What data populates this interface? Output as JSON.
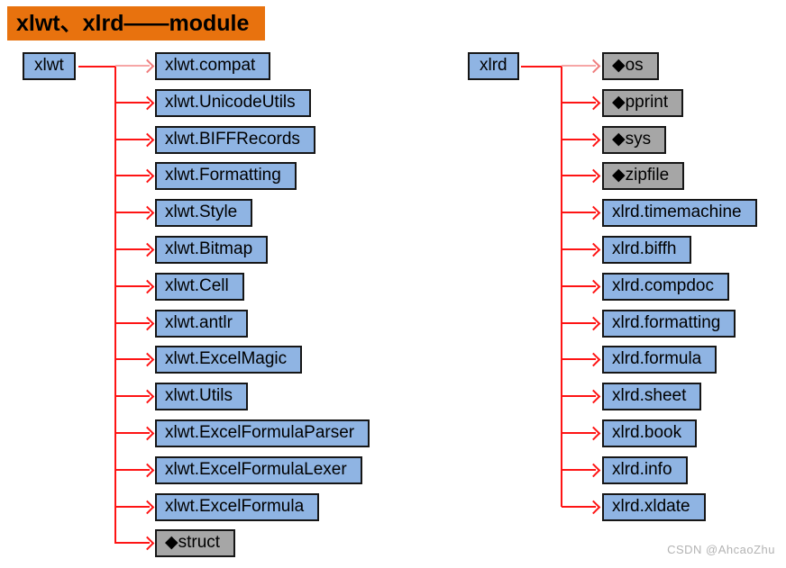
{
  "title": "xlwt、xlrd——module",
  "watermark": "CSDN @AhcaoZhu",
  "colors": {
    "title_bg": "#e8720e",
    "module_box": "#8fb4e3",
    "builtin_box": "#a6a6a6",
    "box_border": "#161616",
    "connector": "#fe1414",
    "connector_first_light": "#f6a6a6"
  },
  "trees": [
    {
      "root": "xlwt",
      "children": [
        {
          "label": "xlwt.compat",
          "kind": "module"
        },
        {
          "label": "xlwt.UnicodeUtils",
          "kind": "module"
        },
        {
          "label": "xlwt.BIFFRecords",
          "kind": "module"
        },
        {
          "label": "xlwt.Formatting",
          "kind": "module"
        },
        {
          "label": "xlwt.Style",
          "kind": "module"
        },
        {
          "label": "xlwt.Bitmap",
          "kind": "module"
        },
        {
          "label": "xlwt.Cell",
          "kind": "module"
        },
        {
          "label": "xlwt.antlr",
          "kind": "module"
        },
        {
          "label": "xlwt.ExcelMagic",
          "kind": "module"
        },
        {
          "label": "xlwt.Utils",
          "kind": "module"
        },
        {
          "label": "xlwt.ExcelFormulaParser",
          "kind": "module"
        },
        {
          "label": "xlwt.ExcelFormulaLexer",
          "kind": "module"
        },
        {
          "label": "xlwt.ExcelFormula",
          "kind": "module"
        },
        {
          "label": "◆struct",
          "kind": "builtin"
        }
      ]
    },
    {
      "root": "xlrd",
      "children": [
        {
          "label": "◆os",
          "kind": "builtin"
        },
        {
          "label": "◆pprint",
          "kind": "builtin"
        },
        {
          "label": "◆sys",
          "kind": "builtin"
        },
        {
          "label": "◆zipfile",
          "kind": "builtin"
        },
        {
          "label": "xlrd.timemachine",
          "kind": "module"
        },
        {
          "label": "xlrd.biffh",
          "kind": "module"
        },
        {
          "label": "xlrd.compdoc",
          "kind": "module"
        },
        {
          "label": "xlrd.formatting",
          "kind": "module"
        },
        {
          "label": "xlrd.formula",
          "kind": "module"
        },
        {
          "label": "xlrd.sheet",
          "kind": "module"
        },
        {
          "label": "xlrd.book",
          "kind": "module"
        },
        {
          "label": "xlrd.info",
          "kind": "module"
        },
        {
          "label": "xlrd.xldate",
          "kind": "module"
        }
      ]
    }
  ]
}
